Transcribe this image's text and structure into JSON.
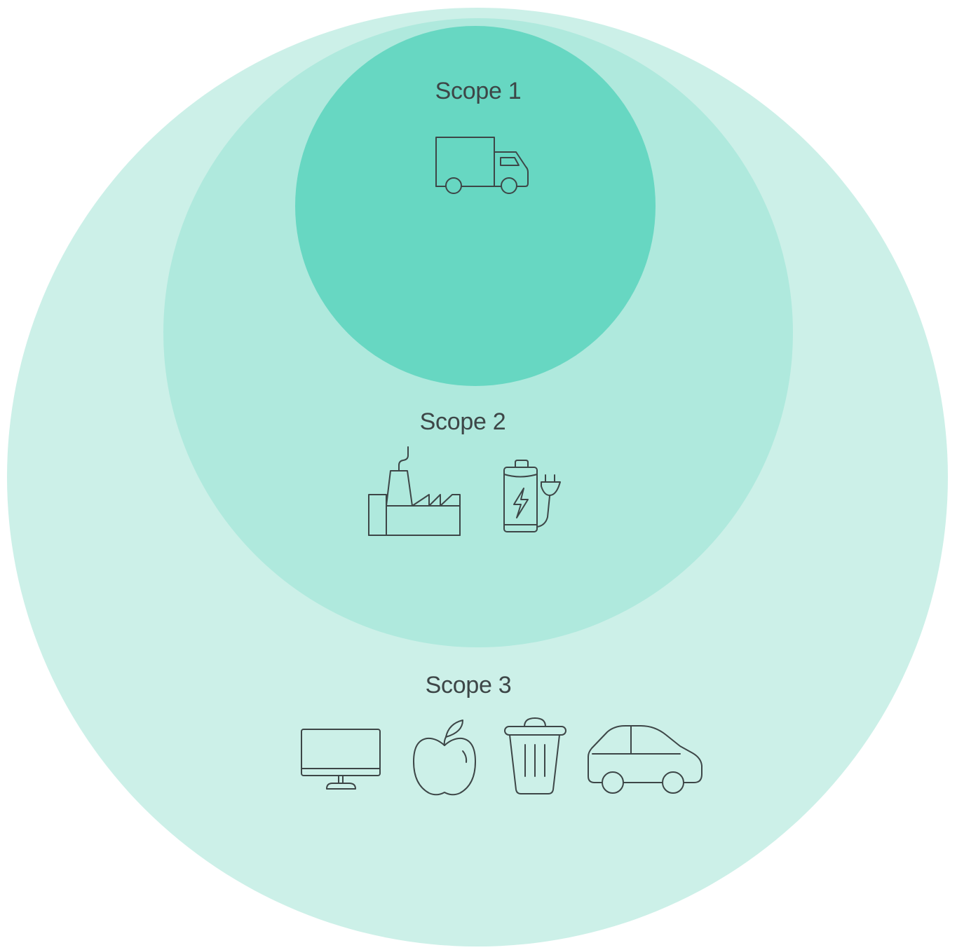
{
  "colors": {
    "outer_circle": "#ccf0e8",
    "middle_circle": "#afe9dd",
    "inner_circle": "#67d7c2",
    "text": "#3d4647",
    "icon_stroke": "#3d4647"
  },
  "scopes": [
    {
      "label": "Scope 1",
      "icons": [
        "truck-icon"
      ]
    },
    {
      "label": "Scope 2",
      "icons": [
        "factory-icon",
        "battery-charging-icon"
      ]
    },
    {
      "label": "Scope 3",
      "icons": [
        "monitor-icon",
        "apple-icon",
        "trash-can-icon",
        "car-icon"
      ]
    }
  ]
}
